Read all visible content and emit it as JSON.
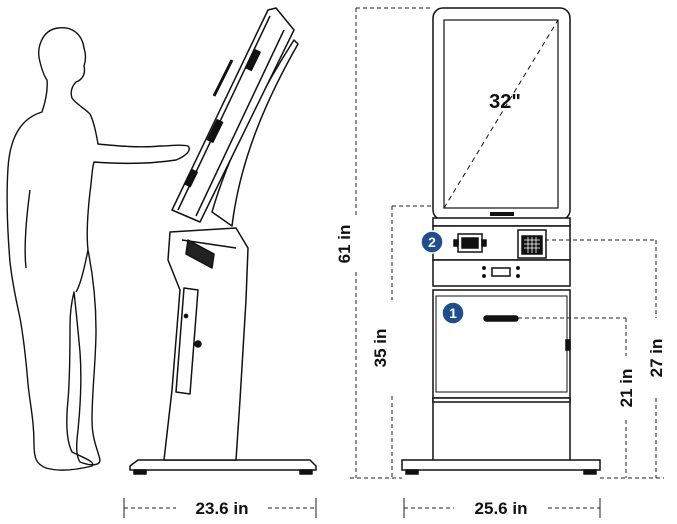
{
  "dimensions": {
    "screen_size": "32\"",
    "total_height": "61 in",
    "counter_height": "35 in",
    "printer_height": "27 in",
    "slot_height": "21 in",
    "side_depth": "23.6 in",
    "front_width": "25.6 in"
  },
  "callouts": {
    "one": "1",
    "two": "2"
  },
  "colors": {
    "badge": "#1f4e8c",
    "line": "#111111",
    "dash": "#222222"
  }
}
